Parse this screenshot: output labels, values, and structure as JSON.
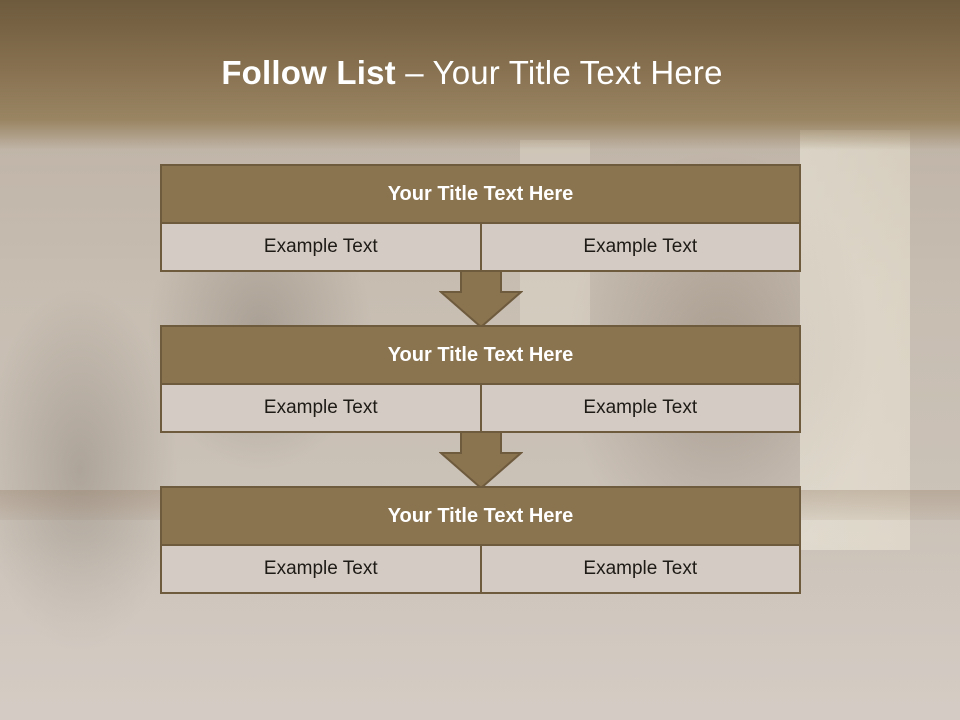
{
  "slide": {
    "title_bold": "Follow List",
    "title_rest": " – Your Title Text Here"
  },
  "blocks": [
    {
      "title": "Your Title Text Here",
      "left": "Example Text",
      "right": "Example Text"
    },
    {
      "title": "Your Title Text Here",
      "left": "Example Text",
      "right": "Example Text"
    },
    {
      "title": "Your Title Text Here",
      "left": "Example Text",
      "right": "Example Text"
    }
  ],
  "colors": {
    "header_band": "#7a6446",
    "block_title_bg": "#8a734f",
    "block_border": "#6e5a3d",
    "cell_bg": "#d4ccc4"
  },
  "icons": [
    "down-arrow-icon",
    "down-arrow-icon"
  ]
}
